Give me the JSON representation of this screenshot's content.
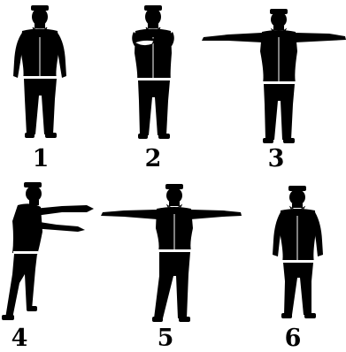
{
  "figure": {
    "background": "#ffffff",
    "ink": "#000000",
    "panels": [
      {
        "label": "1",
        "pose": "arms-down"
      },
      {
        "label": "2",
        "pose": "arms-crossed-chest"
      },
      {
        "label": "3",
        "pose": "arms-extended-sideways"
      },
      {
        "label": "4",
        "pose": "arms-extended-forward"
      },
      {
        "label": "5",
        "pose": "arms-extended-sideways"
      },
      {
        "label": "6",
        "pose": "arms-down"
      }
    ]
  }
}
